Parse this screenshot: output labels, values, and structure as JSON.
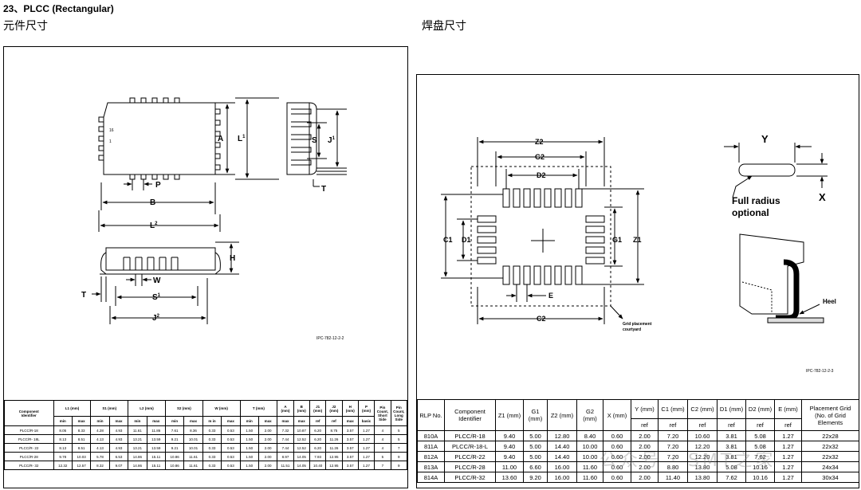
{
  "heading": "23、PLCC (Rectangular)",
  "left_subtitle": "元件尺寸",
  "right_subtitle": "焊盘尺寸",
  "left_fig": {
    "ref": "IPC-782-12-2-2",
    "pin_labels": [
      "16",
      "1"
    ],
    "labels": {
      "A": "A",
      "L1": "L",
      "L1_sup": "1",
      "S": "S",
      "J1": "J",
      "J1_sup": "1",
      "P": "P",
      "T": "T",
      "B": "B",
      "L2": "L",
      "L2_sup": "2",
      "H": "H",
      "W": "W",
      "T2": "T",
      "S1": "S",
      "S1_sup": "1",
      "J2": "J",
      "J2_sup": "2"
    }
  },
  "right_fig": {
    "ref": "IPC-782-12-2-3",
    "labels": {
      "Z2": "Z2",
      "G2": "G2",
      "D2": "D2",
      "C1": "C1",
      "D1": "D1",
      "G1": "G1",
      "Z1": "Z1",
      "E": "E",
      "C2": "C2",
      "Y": "Y",
      "X": "X",
      "heel": "Heel"
    },
    "full_radius": [
      "Full radius",
      "optional"
    ],
    "grid_note": [
      "Grid placement",
      "courtyard"
    ]
  },
  "table1": {
    "header": {
      "component": [
        "Component",
        "Identifier"
      ],
      "groups": [
        "L1 (mm)",
        "S1 (mm)",
        "L2 (mm)",
        "S2 (mm)",
        "W (mm)",
        "T (mm)"
      ],
      "single": [
        [
          "A",
          "(mm)"
        ],
        [
          "B",
          "(mm)"
        ],
        [
          "J1",
          "(mm)"
        ],
        [
          "J2",
          "(mm)"
        ],
        [
          "H",
          "(mm)"
        ],
        [
          "P",
          "(mm)"
        ],
        [
          "Pin",
          "Count,",
          "Short",
          "Side"
        ],
        [
          "Pin",
          "Count,",
          "Long",
          "Side"
        ]
      ],
      "subs": [
        "min",
        "max",
        "min",
        "max",
        "min",
        "max",
        "min",
        "max",
        "m in",
        "max",
        "min",
        "max",
        "max",
        "max",
        "ref",
        "ref",
        "max",
        "basic"
      ]
    },
    "rows": [
      [
        "PLCC/R-18",
        "8.05",
        "8.33",
        "4.28",
        "4.93",
        "11.61",
        "11.86",
        "7.61",
        "8.36",
        "0.33",
        "0.53",
        "1.50",
        "2.00",
        "7.32",
        "10.87",
        "6.20",
        "8.75",
        "3.57",
        "1.27",
        "4",
        "5"
      ],
      [
        "PLCC/R- 18L",
        "8.13",
        "8.51",
        "4.13",
        "4.93",
        "13.21",
        "13.59",
        "9.21",
        "10.01",
        "0.33",
        "0.53",
        "1.50",
        "2.00",
        "7.44",
        "12.52",
        "6.20",
        "11.26",
        "3.57",
        "1.27",
        "4",
        "5"
      ],
      [
        "PLCC/R- 22",
        "8.13",
        "8.51",
        "4.13",
        "4.93",
        "13.21",
        "13.59",
        "9.21",
        "10.01",
        "0.33",
        "0.53",
        "1.50",
        "2.00",
        "7.44",
        "12.52",
        "6.20",
        "11.26",
        "3.57",
        "1.27",
        "4",
        "7"
      ],
      [
        "PLCC/R-28",
        "9.78",
        "10.03",
        "5.78",
        "6.53",
        "14.86",
        "15.11",
        "10.86",
        "11.61",
        "0.33",
        "0.53",
        "1.50",
        "2.00",
        "8.97",
        "14.05",
        "7.93",
        "12.95",
        "3.57",
        "1.27",
        "5",
        "9"
      ],
      [
        "PLCC/R- 32",
        "12.32",
        "12.57",
        "8.32",
        "9.07",
        "14.86",
        "15.11",
        "10.86",
        "11.61",
        "0.33",
        "0.53",
        "1.50",
        "2.00",
        "11.51",
        "14.05",
        "10.40",
        "12.95",
        "3.57",
        "1.27",
        "7",
        "9"
      ]
    ]
  },
  "table2": {
    "header": {
      "rlp": "RLP No.",
      "component": [
        "Component",
        "Identifier"
      ],
      "z1": "Z1 (mm)",
      "g1": [
        "G1",
        "(mm)"
      ],
      "z2": "Z2 (mm)",
      "g2": [
        "G2",
        "(mm)"
      ],
      "x": "X (mm)",
      "y": "Y (mm)",
      "c1": "C1 (mm)",
      "c2": "C2 (mm)",
      "d1": "D1 (mm)",
      "d2": "D2 (mm)",
      "e": "E (mm)",
      "grid": [
        "Placement Grid",
        "(No. of Grid",
        "Elements"
      ],
      "subs": [
        "ref",
        "ref",
        "ref",
        "ref",
        "ref",
        "ref",
        "ref"
      ]
    },
    "rows": [
      [
        "810A",
        "PLCC/R-18",
        "9.40",
        "5.00",
        "12.80",
        "8.40",
        "0.60",
        "2.00",
        "7.20",
        "10.60",
        "3.81",
        "5.08",
        "1.27",
        "22x28"
      ],
      [
        "811A",
        "PLCC/R-18-L",
        "9.40",
        "5.00",
        "14.40",
        "10.00",
        "0.60",
        "2.00",
        "7.20",
        "12.20",
        "3.81",
        "5.08",
        "1.27",
        "22x32"
      ],
      [
        "812A",
        "PLCC/R-22",
        "9.40",
        "5.00",
        "14.40",
        "10.00",
        "0.60",
        "2.00",
        "7.20",
        "12.20",
        "3.81",
        "7.62",
        "1.27",
        "22x32"
      ],
      [
        "813A",
        "PLCC/R-28",
        "11.00",
        "6.60",
        "16.00",
        "11.60",
        "0.60",
        "2.00",
        "8.80",
        "13.80",
        "5.08",
        "10.16",
        "1.27",
        "24x34"
      ],
      [
        "814A",
        "PLCC/R-32",
        "13.60",
        "9.20",
        "16.00",
        "11.60",
        "0.60",
        "2.00",
        "11.40",
        "13.80",
        "7.62",
        "10.16",
        "1.27",
        "30x34"
      ]
    ]
  },
  "watermark": "公众号 · SMT之家"
}
